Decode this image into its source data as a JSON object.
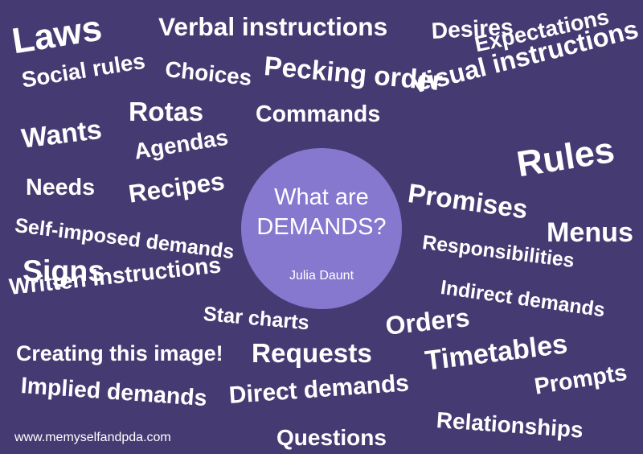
{
  "center": {
    "line1": "What are",
    "line2": "DEMANDS?",
    "author": "Julia Daunt"
  },
  "website": "www.memyselfandpda.com",
  "words": [
    "Laws",
    "Verbal instructions",
    "Desires",
    "Expectations",
    "Social rules",
    "Choices",
    "Pecking order",
    "Visual instructions",
    "Rotas",
    "Commands",
    "Wants",
    "Agendas",
    "Rules",
    "Needs",
    "Recipes",
    "Promises",
    "Menus",
    "Self-imposed demands",
    "Signs",
    "Responsibilities",
    "Written instructions",
    "Indirect demands",
    "Star charts",
    "Orders",
    "Creating this image!",
    "Requests",
    "Timetables",
    "Implied demands",
    "Direct demands",
    "Prompts",
    "Relationships",
    "Questions"
  ]
}
